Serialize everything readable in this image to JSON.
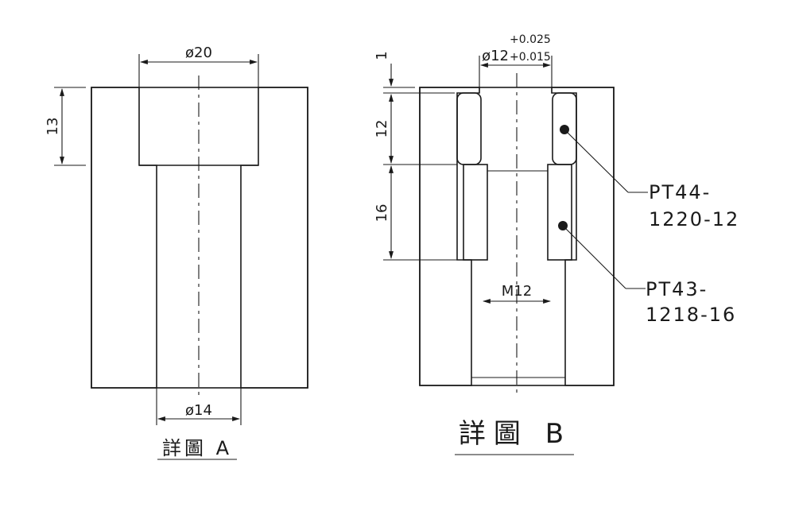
{
  "detail_a": {
    "title": "詳圖 A",
    "dim_top_diameter": "ø20",
    "dim_depth": "13",
    "dim_bottom_diameter": "ø14"
  },
  "detail_b": {
    "title": "詳圖 B",
    "dim_top_offset": "1",
    "dim_bore_diameter": "ø12",
    "tol_upper": "+0.025",
    "tol_lower": "+0.015",
    "dim_bushing1_length": "12",
    "dim_bushing2_length": "16",
    "dim_thread": "M12",
    "callout_1_line1": "PT44-",
    "callout_1_line2": "1220-12",
    "callout_2_line1": "PT43-",
    "callout_2_line2": "1218-16"
  }
}
